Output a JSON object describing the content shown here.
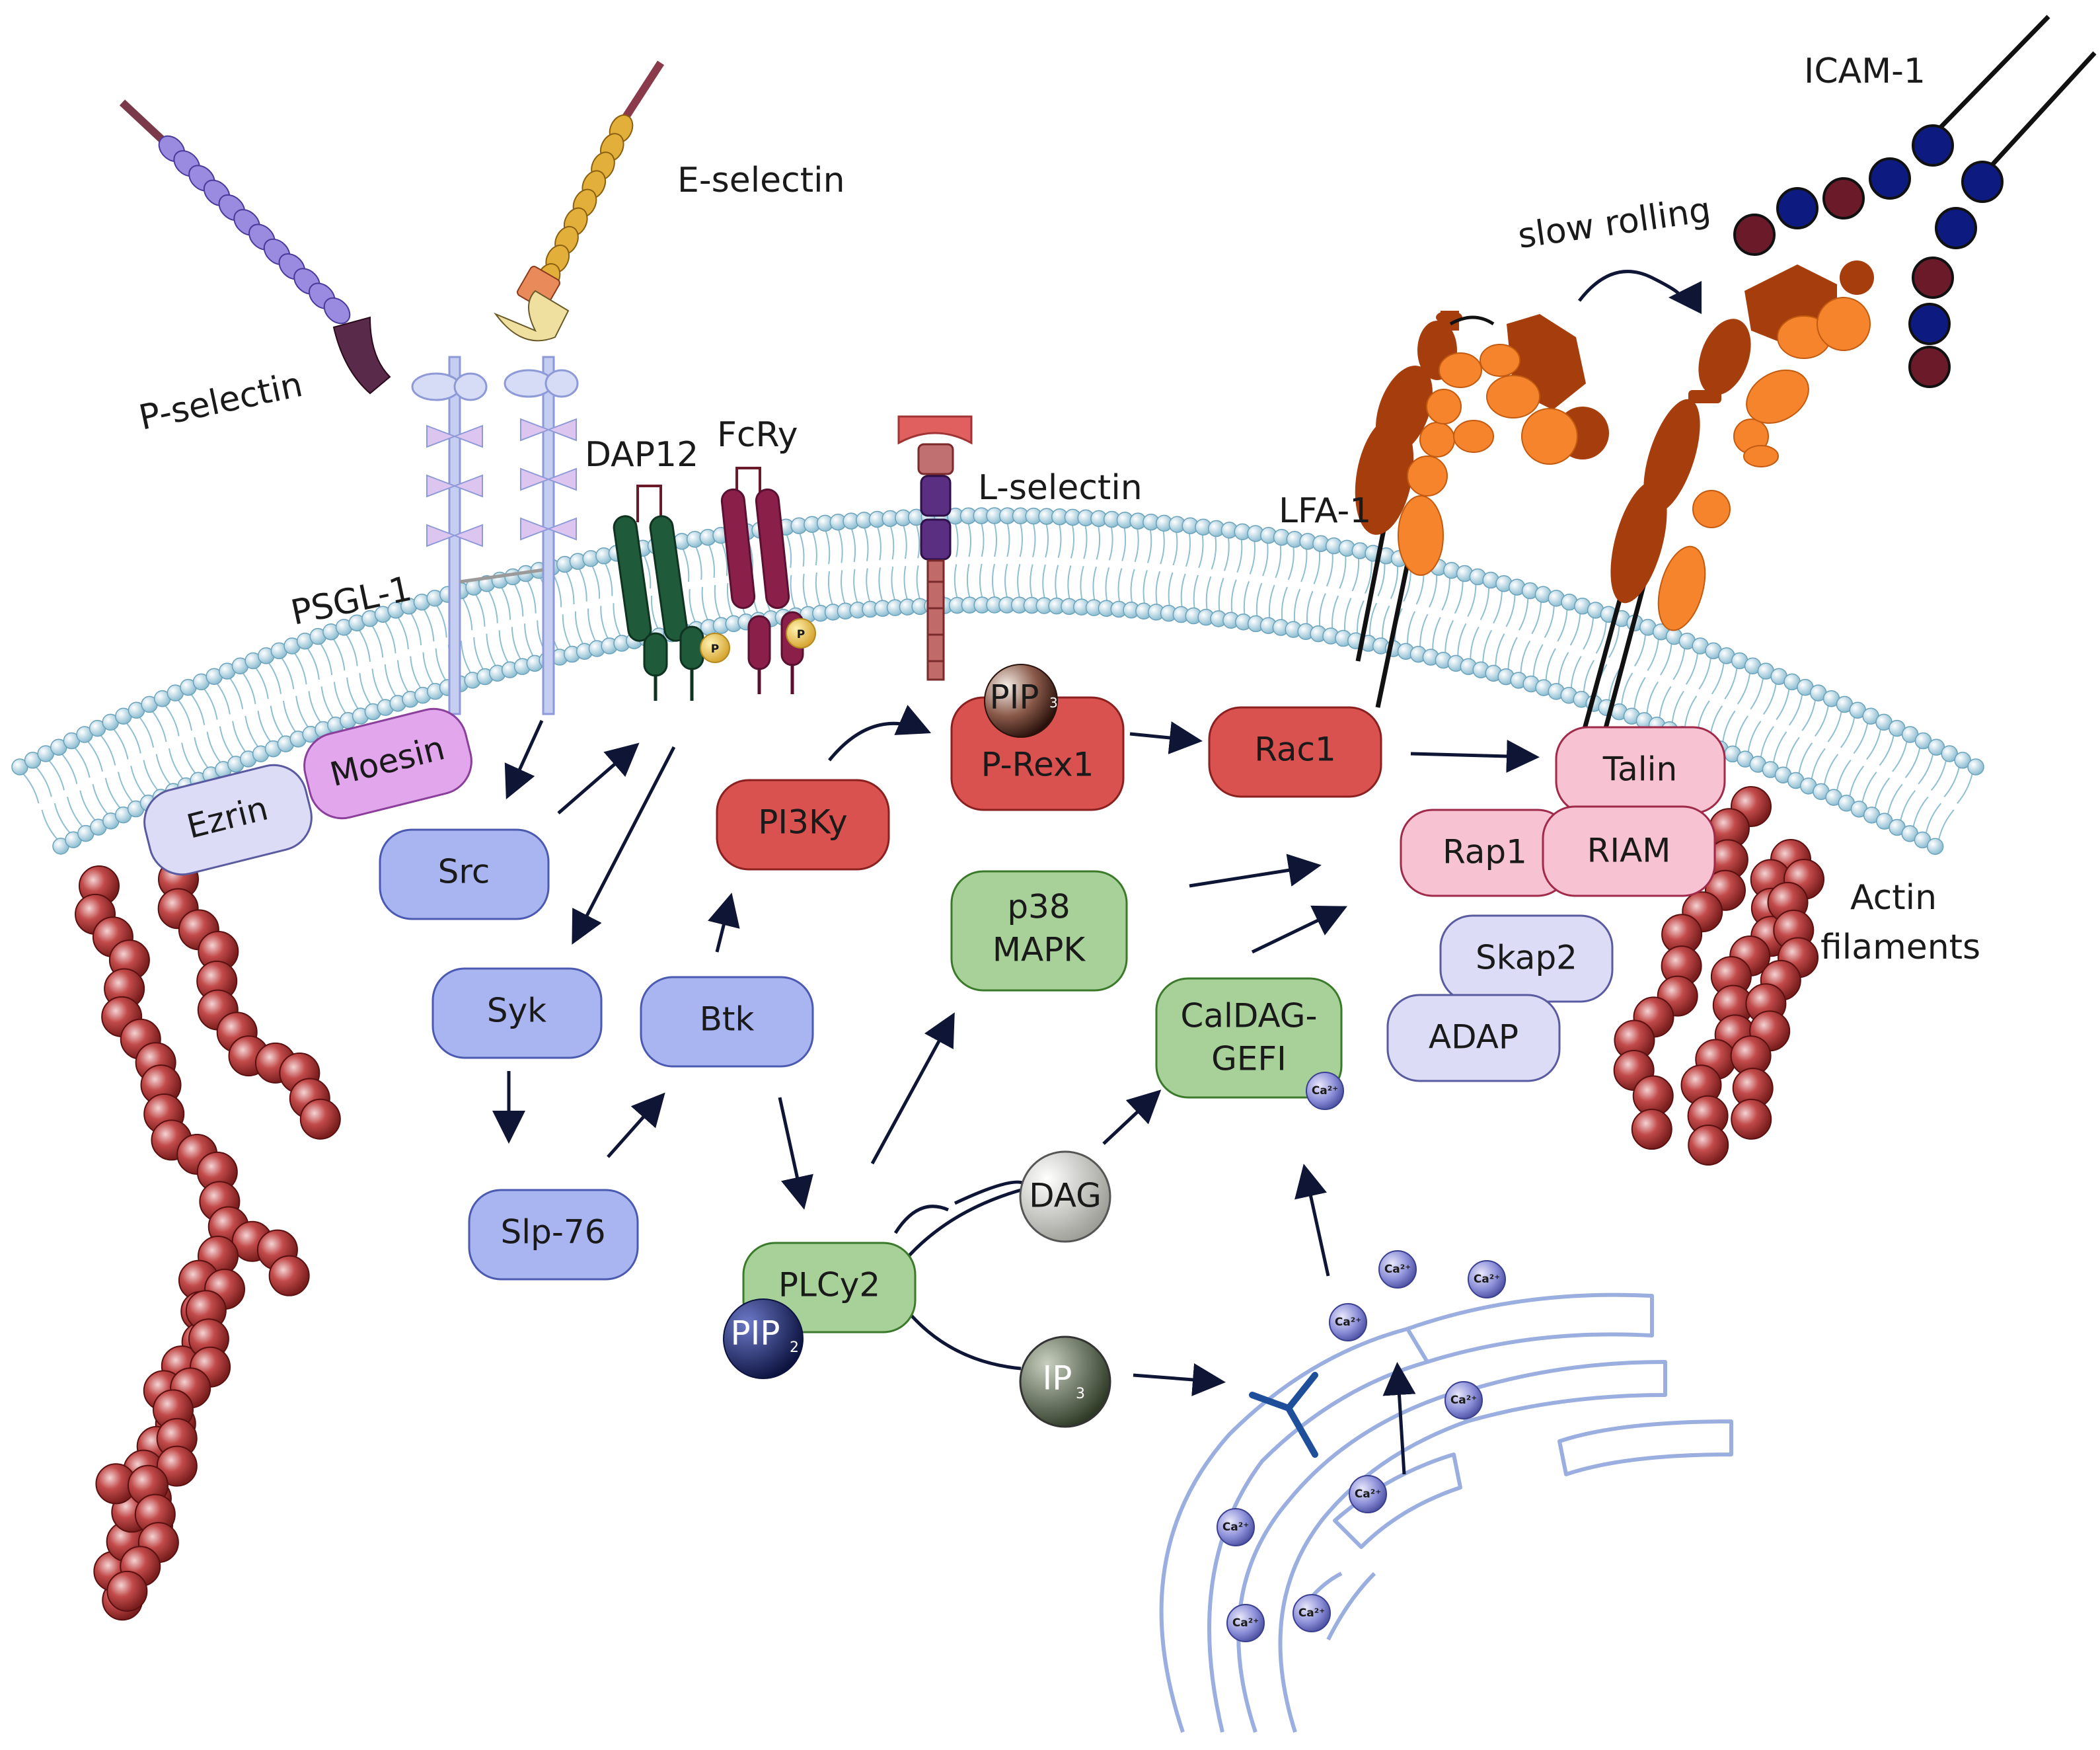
{
  "labels": {
    "p_selectin": "P-selectin",
    "e_selectin": "E-selectin",
    "psgl1": "PSGL-1",
    "dap12": "DAP12",
    "fcry": "FcRy",
    "l_selectin": "L-selectin",
    "lfa1": "LFA-1",
    "icam1": "ICAM-1",
    "slow_rolling": "slow rolling",
    "actin_line1": "Actin",
    "actin_line2": "filaments",
    "phospho": "P"
  },
  "nodes": {
    "ezrin": "Ezrin",
    "moesin": "Moesin",
    "src": "Src",
    "syk": "Syk",
    "slp76": "Slp-76",
    "btk": "Btk",
    "pi3ky": "PI3Ky",
    "prex1": "P-Rex1",
    "pip3_main": "PIP",
    "pip3_sub": "3",
    "rac1": "Rac1",
    "talin": "Talin",
    "rap1": "Rap1",
    "riam": "RIAM",
    "skap2": "Skap2",
    "adap": "ADAP",
    "p38_line1": "p38",
    "p38_line2": "MAPK",
    "caldag_line1": "CalDAG-",
    "caldag_line2": "GEFI",
    "plcy2": "PLCy2",
    "pip2_main": "PIP",
    "pip2_sub": "2",
    "dag": "DAG",
    "ip3_main": "IP",
    "ip3_sub": "3",
    "ca_label": "Ca²⁺"
  },
  "colors": {
    "blue_node": "#a9b5f0",
    "red_node": "#d9524f",
    "green_node": "#a8d19a",
    "pink_node": "#f7c3d3",
    "lavender_node": "#dcdcf7",
    "magenta_node": "#e2a6ec",
    "actin": "#a83232",
    "membrane_head": "#b8d8e6",
    "er": "#9aaee0",
    "arrow": "#0f1535",
    "lfa_dark": "#a63d0c",
    "lfa_light": "#f5842c",
    "icam_blue": "#0d1a80",
    "icam_maroon": "#6b1a2a"
  }
}
